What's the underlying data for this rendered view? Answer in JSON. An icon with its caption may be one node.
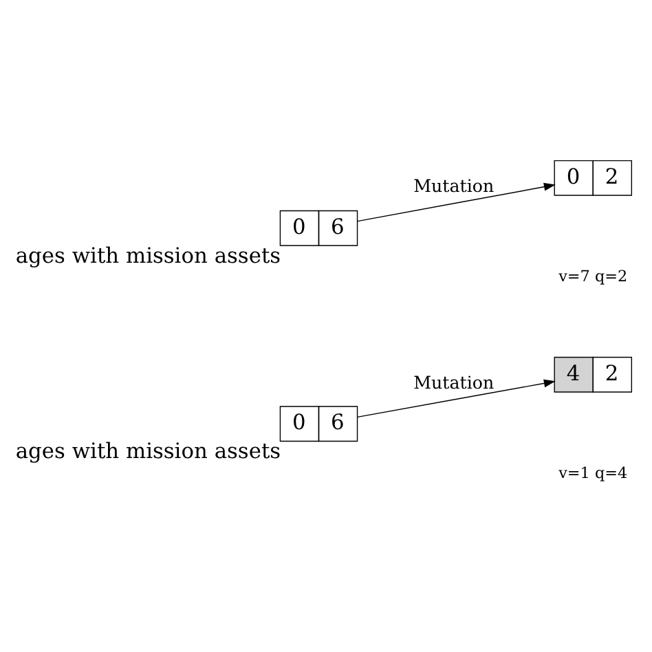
{
  "diagram": {
    "nodes": [
      {
        "text": [
          "0",
          "6"
        ],
        "beside": [
          "ages with mission assets"
        ]
      },
      {
        "text": [
          "4",
          "2"
        ]
      },
      {
        "text": [
          "0",
          "6"
        ],
        "beside": [
          "ages with mission assets"
        ]
      },
      {
        "text": [
          "0",
          "2"
        ]
      }
    ],
    "edges": [
      {
        "from": 0,
        "to": 1,
        "arrow": "to",
        "label": "Mutation"
      },
      {
        "from": 2,
        "to": 3,
        "arrow": "to",
        "label": "Mutation"
      }
    ],
    "labels": [
      "v=1 q=4",
      "v=7 q=2"
    ]
  }
}
